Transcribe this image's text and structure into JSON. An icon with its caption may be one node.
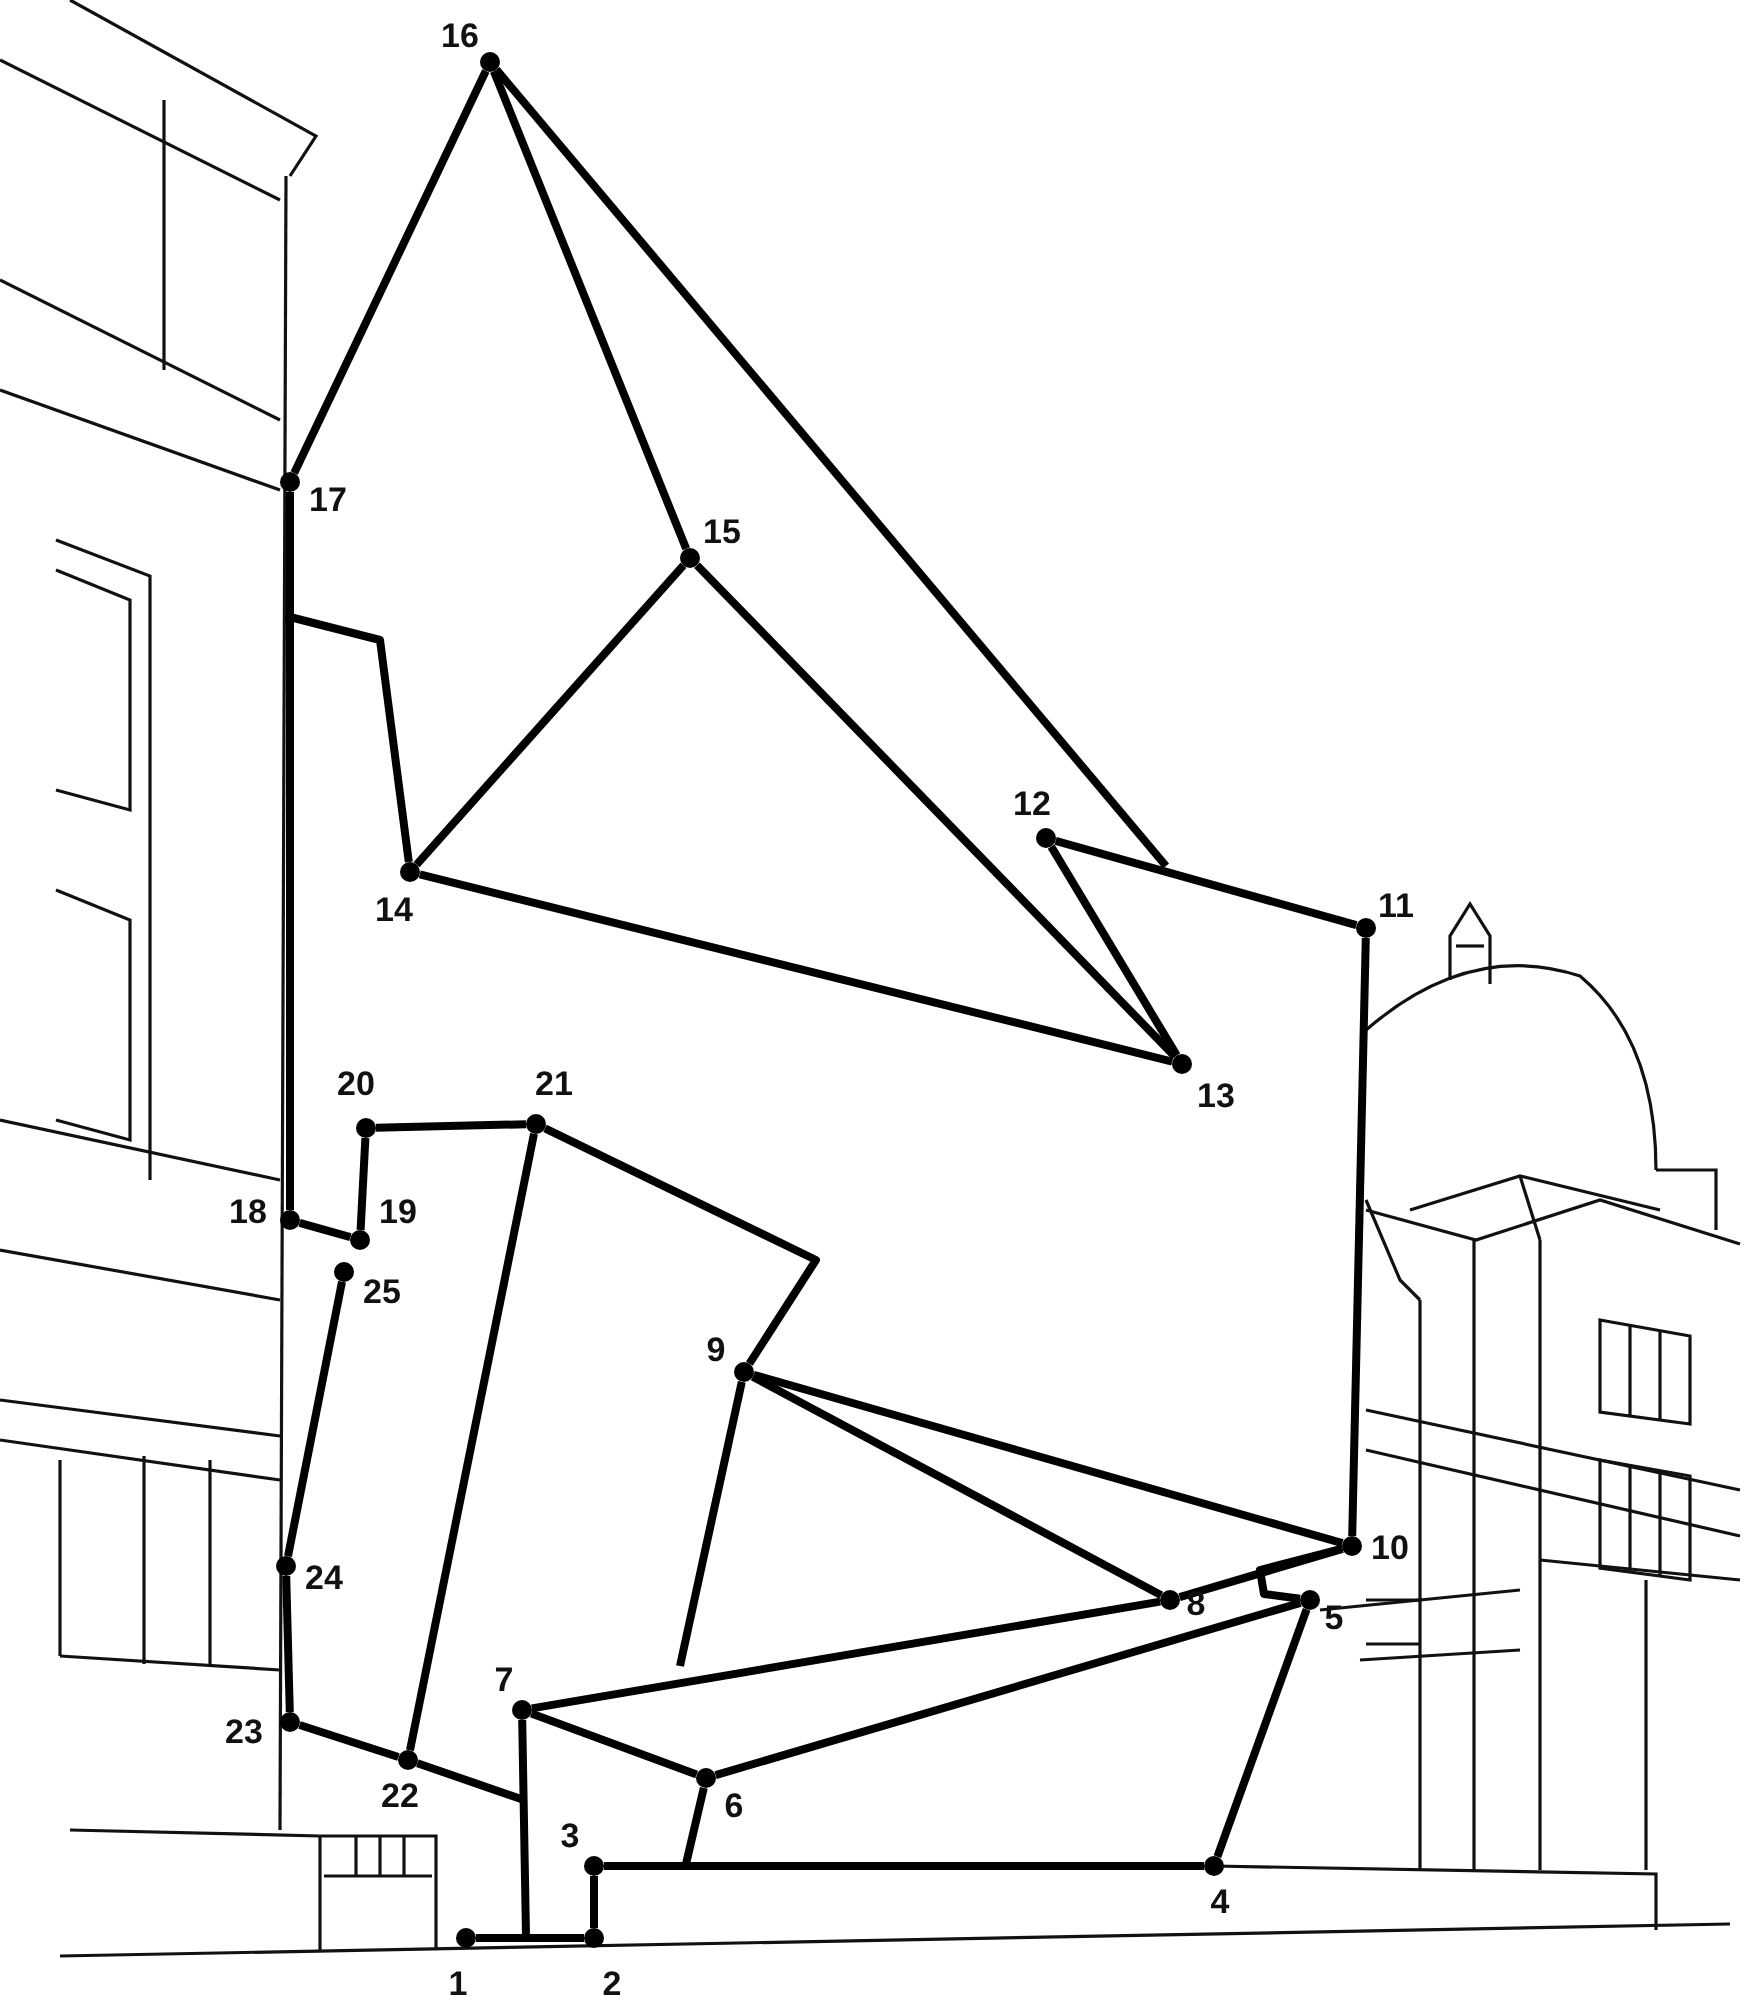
{
  "diagram": {
    "nodes": [
      {
        "text": [],
        "shape": "circle",
        "beside": [
          "1"
        ]
      },
      {
        "text": [],
        "shape": "circle",
        "beside": [
          "2"
        ]
      },
      {
        "text": [],
        "shape": "circle",
        "beside": [
          "3"
        ]
      },
      {
        "text": [],
        "shape": "circle",
        "beside": [
          "4"
        ]
      },
      {
        "text": [],
        "shape": "circle",
        "beside": [
          "5"
        ]
      },
      {
        "text": [],
        "shape": "circle",
        "beside": [
          "6"
        ]
      },
      {
        "text": [],
        "shape": "circle",
        "beside": [
          "7"
        ]
      },
      {
        "text": [],
        "shape": "circle",
        "beside": [
          "8"
        ]
      },
      {
        "text": [],
        "shape": "circle",
        "beside": [
          "9"
        ]
      },
      {
        "text": [],
        "shape": "circle",
        "beside": [
          "10"
        ]
      },
      {
        "text": [],
        "shape": "circle",
        "beside": [
          "11"
        ]
      },
      {
        "text": [],
        "shape": "circle",
        "beside": [
          "12"
        ]
      },
      {
        "text": [],
        "shape": "circle",
        "beside": [
          "13"
        ]
      },
      {
        "text": [],
        "shape": "circle",
        "beside": [
          "14"
        ]
      },
      {
        "text": [],
        "shape": "circle",
        "beside": [
          "15"
        ]
      },
      {
        "text": [],
        "shape": "circle",
        "beside": [
          "16"
        ]
      },
      {
        "text": [],
        "shape": "circle",
        "beside": [
          "17"
        ]
      },
      {
        "text": [],
        "shape": "circle",
        "beside": [
          "18"
        ]
      },
      {
        "text": [],
        "shape": "circle",
        "beside": [
          "19"
        ]
      },
      {
        "text": [],
        "shape": "circle",
        "beside": [
          "20"
        ]
      },
      {
        "text": [],
        "shape": "circle",
        "beside": [
          "21"
        ]
      },
      {
        "text": [],
        "shape": "circle",
        "beside": [
          "22"
        ]
      },
      {
        "text": [],
        "shape": "circle",
        "beside": [
          "23"
        ]
      },
      {
        "text": [],
        "shape": "circle",
        "beside": [
          "24"
        ]
      },
      {
        "text": [],
        "shape": "circle",
        "beside": [
          "25"
        ]
      }
    ],
    "edges": [
      {
        "from": 0,
        "to": 1,
        "arrow": "none"
      },
      {
        "from": 1,
        "to": 2,
        "arrow": "none"
      },
      {
        "from": 2,
        "to": 3,
        "arrow": "none"
      },
      {
        "from": 3,
        "to": 4,
        "arrow": "none"
      },
      {
        "from": 4,
        "to": 5,
        "arrow": "none"
      },
      {
        "from": 5,
        "to": 6,
        "arrow": "none"
      },
      {
        "from": 6,
        "to": 7,
        "arrow": "none"
      },
      {
        "from": 7,
        "to": 8,
        "arrow": "none"
      },
      {
        "from": 8,
        "to": 9,
        "arrow": "none"
      },
      {
        "from": 9,
        "to": 10,
        "arrow": "none"
      },
      {
        "from": 10,
        "to": 11,
        "arrow": "none"
      },
      {
        "from": 11,
        "to": 12,
        "arrow": "none"
      },
      {
        "from": 12,
        "to": 13,
        "arrow": "none"
      },
      {
        "from": 13,
        "to": 14,
        "arrow": "none"
      },
      {
        "from": 14,
        "to": 15,
        "arrow": "none"
      },
      {
        "from": 15,
        "to": 16,
        "arrow": "none"
      },
      {
        "from": 16,
        "to": 17,
        "arrow": "none"
      },
      {
        "from": 17,
        "to": 18,
        "arrow": "none"
      },
      {
        "from": 18,
        "to": 19,
        "arrow": "none"
      },
      {
        "from": 19,
        "to": 20,
        "arrow": "none"
      },
      {
        "from": 20,
        "to": 21,
        "arrow": "none"
      },
      {
        "from": 21,
        "to": 22,
        "arrow": "none"
      },
      {
        "from": 22,
        "to": 23,
        "arrow": "none"
      },
      {
        "from": 23,
        "to": 24,
        "arrow": "none"
      },
      {
        "from": 20,
        "to": 8,
        "arrow": "none"
      },
      {
        "from": 14,
        "to": 12,
        "arrow": "none"
      },
      {
        "from": 15,
        "to": null,
        "arrow": "none"
      },
      {
        "from": 13,
        "to": null,
        "arrow": "none"
      },
      {
        "from": 8,
        "to": null,
        "arrow": "none"
      },
      {
        "from": 5,
        "to": null,
        "arrow": "none"
      },
      {
        "from": 21,
        "to": null,
        "arrow": "none"
      },
      {
        "from": 6,
        "to": null,
        "arrow": "none"
      },
      {
        "from": 7,
        "to": 9,
        "arrow": "none"
      },
      {
        "from": 9,
        "to": 4,
        "arrow": "none"
      }
    ]
  }
}
